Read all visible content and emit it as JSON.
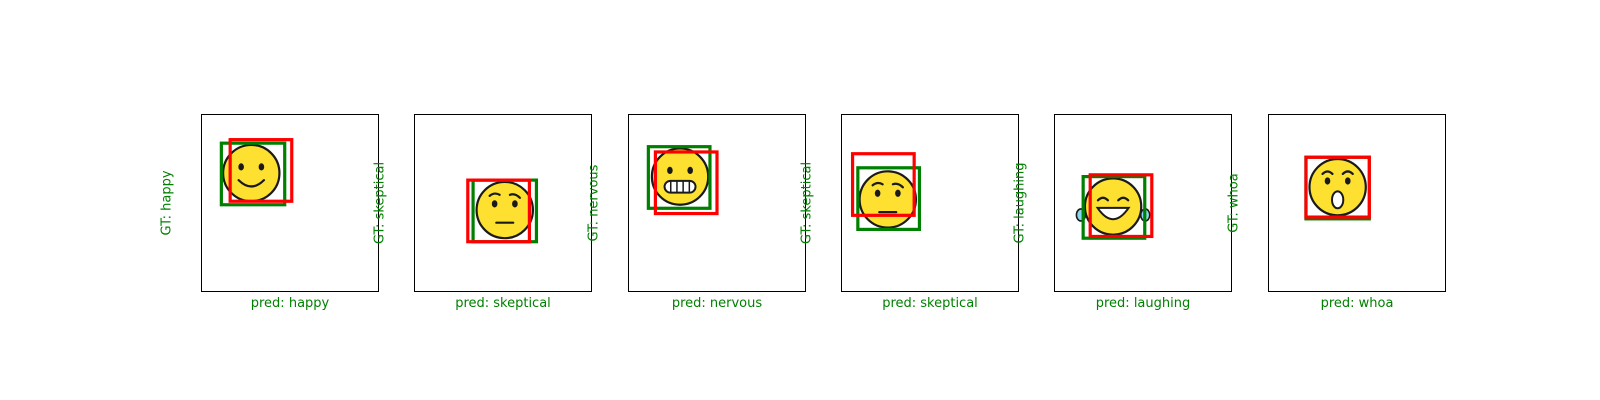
{
  "colors": {
    "label": "#008000",
    "gt_box": "#008000",
    "pred_box": "#ff0000",
    "face": "#fde030",
    "outline": "#1a1a1a"
  },
  "panels": [
    {
      "gt_label": "GT: happy",
      "pred_label": "pred: happy",
      "icon": "happy-face-icon",
      "gt_box": [
        0.11,
        0.16,
        0.47,
        0.51
      ],
      "pred_box": [
        0.16,
        0.14,
        0.51,
        0.49
      ],
      "face": [
        0.28,
        0.33,
        0.16
      ],
      "expression": "happy"
    },
    {
      "gt_label": "GT: skeptical",
      "pred_label": "pred: skeptical",
      "icon": "skeptical-face-icon",
      "gt_box": [
        0.33,
        0.37,
        0.69,
        0.72
      ],
      "pred_box": [
        0.3,
        0.37,
        0.65,
        0.72
      ],
      "face": [
        0.51,
        0.54,
        0.16
      ],
      "expression": "skeptical"
    },
    {
      "gt_label": "GT: nervous",
      "pred_label": "pred: nervous",
      "icon": "nervous-face-icon",
      "gt_box": [
        0.11,
        0.18,
        0.46,
        0.53
      ],
      "pred_box": [
        0.15,
        0.21,
        0.5,
        0.56
      ],
      "face": [
        0.29,
        0.35,
        0.16
      ],
      "expression": "nervous"
    },
    {
      "gt_label": "GT: skeptical",
      "pred_label": "pred: skeptical",
      "icon": "skeptical-face-icon",
      "gt_box": [
        0.09,
        0.3,
        0.44,
        0.65
      ],
      "pred_box": [
        0.06,
        0.22,
        0.41,
        0.57
      ],
      "face": [
        0.26,
        0.48,
        0.16
      ],
      "expression": "skeptical"
    },
    {
      "gt_label": "GT: laughing",
      "pred_label": "pred: laughing",
      "icon": "laughing-face-icon",
      "gt_box": [
        0.16,
        0.35,
        0.51,
        0.7
      ],
      "pred_box": [
        0.2,
        0.34,
        0.55,
        0.69
      ],
      "face": [
        0.33,
        0.52,
        0.16
      ],
      "expression": "laughing"
    },
    {
      "gt_label": "GT: whoa",
      "pred_label": "pred: whoa",
      "icon": "surprised-face-icon",
      "gt_box": [
        0.21,
        0.24,
        0.57,
        0.59
      ],
      "pred_box": [
        0.21,
        0.24,
        0.57,
        0.58
      ],
      "face": [
        0.39,
        0.41,
        0.16
      ],
      "expression": "whoa"
    }
  ]
}
